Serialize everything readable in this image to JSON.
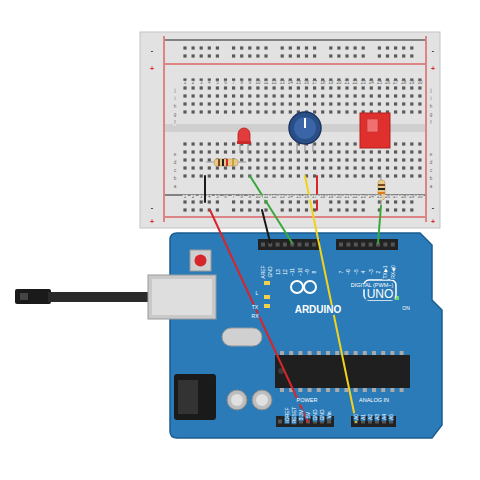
{
  "diagram": {
    "labels": [
      "1",
      "2",
      "3",
      "4",
      "5",
      "6",
      "7",
      "8",
      "9",
      "10",
      "11",
      "12",
      "13",
      "14",
      "15",
      "16",
      "17",
      "18",
      "19",
      "20",
      "21",
      "22",
      "23",
      "24",
      "25",
      "26",
      "27",
      "28",
      "29",
      "30",
      "1",
      "2",
      "3",
      "4",
      "5",
      "6",
      "7",
      "8",
      "9",
      "10",
      "11",
      "12",
      "13",
      "14",
      "15",
      "16",
      "17",
      "18",
      "19",
      "20",
      "21",
      "22",
      "23",
      "24",
      "25",
      "26",
      "27",
      "28",
      "29",
      "30",
      "j",
      "i",
      "h",
      "g",
      "f",
      "e",
      "d",
      "c",
      "b",
      "a",
      "j",
      "i",
      "h",
      "g",
      "f",
      "e",
      "d",
      "c",
      "b",
      "a",
      "-",
      "+",
      "-",
      "+",
      "-",
      "+",
      "-",
      "+",
      "AREF",
      "GND",
      "13",
      "12",
      "~11",
      "~10",
      "~9",
      "8",
      "7",
      "~6",
      "~5",
      "4",
      "~3",
      "2",
      "TX▶1",
      "RX◀0",
      "DIGITAL (PWM~)",
      "L",
      "TX",
      "RX",
      "ARDUINO",
      "UNO",
      "ON",
      "IOREF",
      "RESET",
      "3.3V",
      "5V",
      "GND",
      "GND",
      "Vin",
      "POWER",
      "A0",
      "A1",
      "A2",
      "A3",
      "A4",
      "A5",
      "ANALOG IN"
    ]
  }
}
